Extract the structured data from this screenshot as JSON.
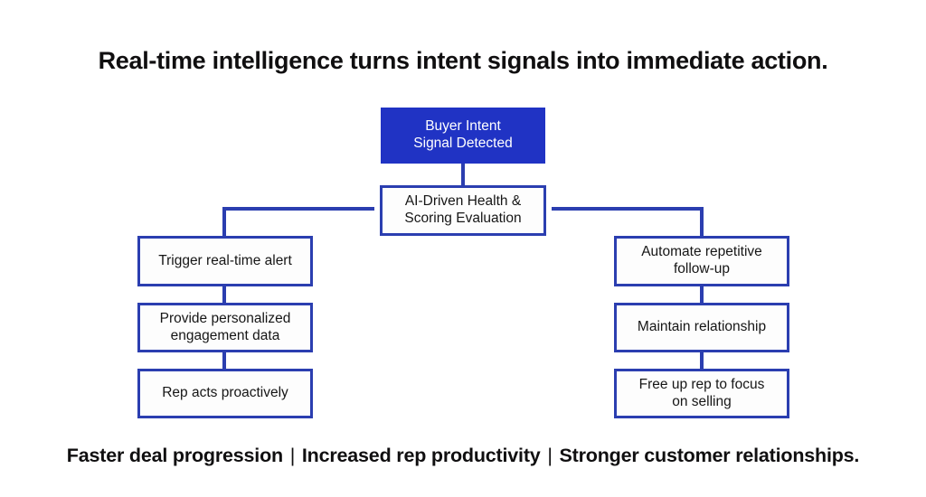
{
  "slide": {
    "background_color": "#ffffff",
    "title": "Real-time intelligence turns intent signals into immediate action.",
    "footer": {
      "part1": "Faster deal progression",
      "sep1": "|",
      "part2": "Increased rep productivity",
      "sep2": "|",
      "part3": "Stronger customer relationships."
    }
  },
  "theme": {
    "accent_fill": "#2033c4",
    "accent_border": "#2b3eb0",
    "box_fill": "#fdfdfd",
    "text_dark": "#161616",
    "text_light": "#ffffff",
    "title_color": "#100f10"
  },
  "flowchart": {
    "root": {
      "label": "Buyer Intent\nSignal Detected",
      "line1": "Buyer Intent",
      "line2": "Signal Detected",
      "style": "filled"
    },
    "decision": {
      "label": "AI-Driven Health & Scoring Evaluation",
      "line1": "AI-Driven Health &",
      "line2": "Scoring Evaluation",
      "style": "outlined"
    },
    "branches": [
      {
        "name": "left-branch",
        "steps": [
          {
            "line1": "Trigger real-time alert",
            "line2": ""
          },
          {
            "line1": "Provide personalized",
            "line2": "engagement data"
          },
          {
            "line1": "Rep acts proactively",
            "line2": ""
          }
        ]
      },
      {
        "name": "right-branch",
        "steps": [
          {
            "line1": "Automate repetitive",
            "line2": "follow-up"
          },
          {
            "line1": "Maintain relationship",
            "line2": ""
          },
          {
            "line1": "Free up rep to focus",
            "line2": "on selling"
          }
        ]
      }
    ]
  }
}
